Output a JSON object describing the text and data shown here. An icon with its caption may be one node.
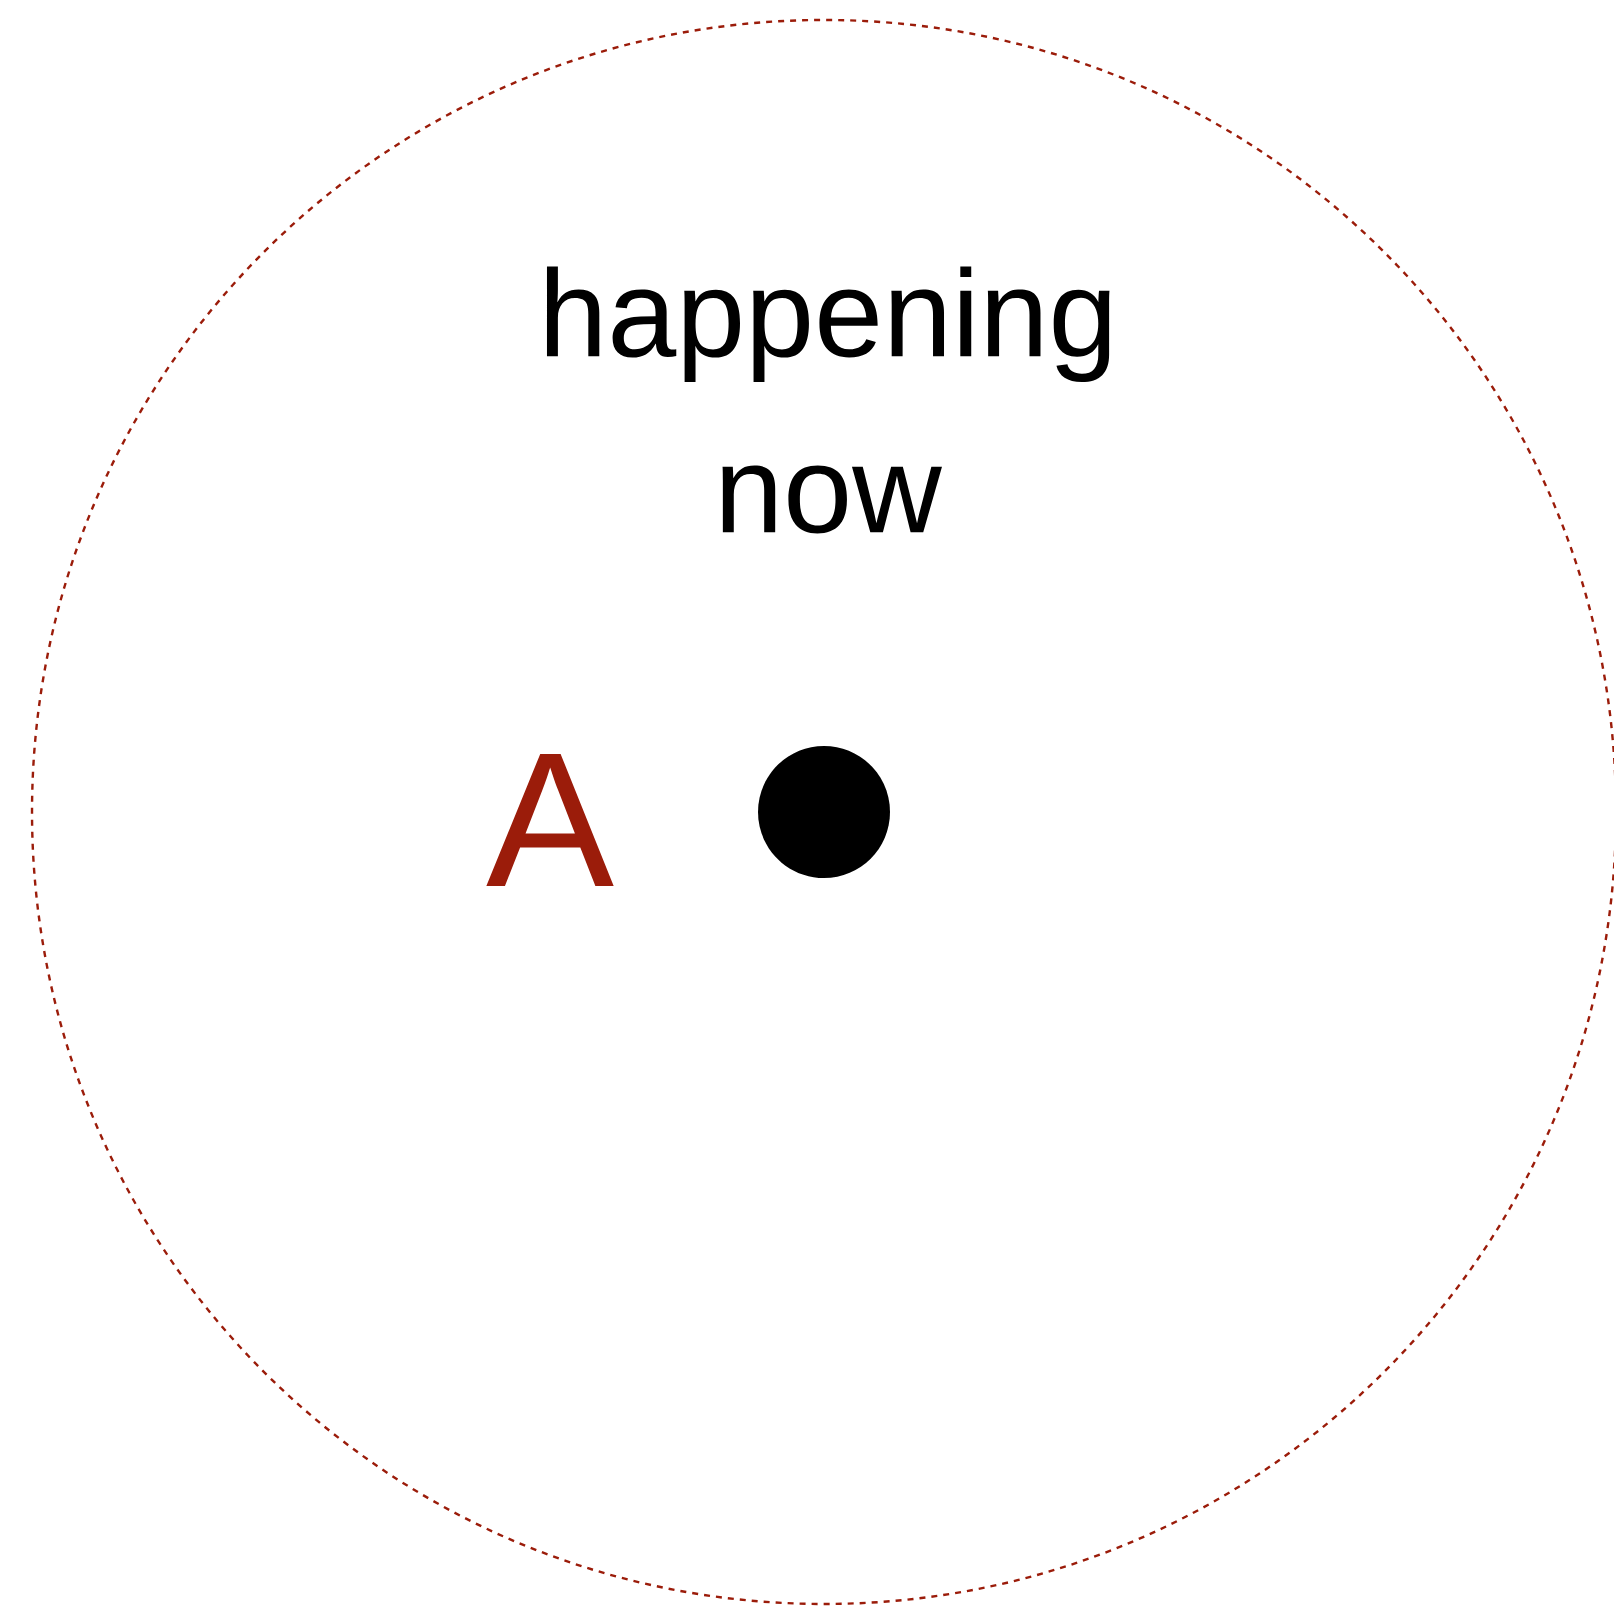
{
  "diagram": {
    "nodes": [
      {
        "text": [
          "happening now"
        ]
      },
      {
        "text": [],
        "shape": "circle",
        "in": 0
      }
    ],
    "edges": [],
    "labels": [
      "A"
    ]
  }
}
